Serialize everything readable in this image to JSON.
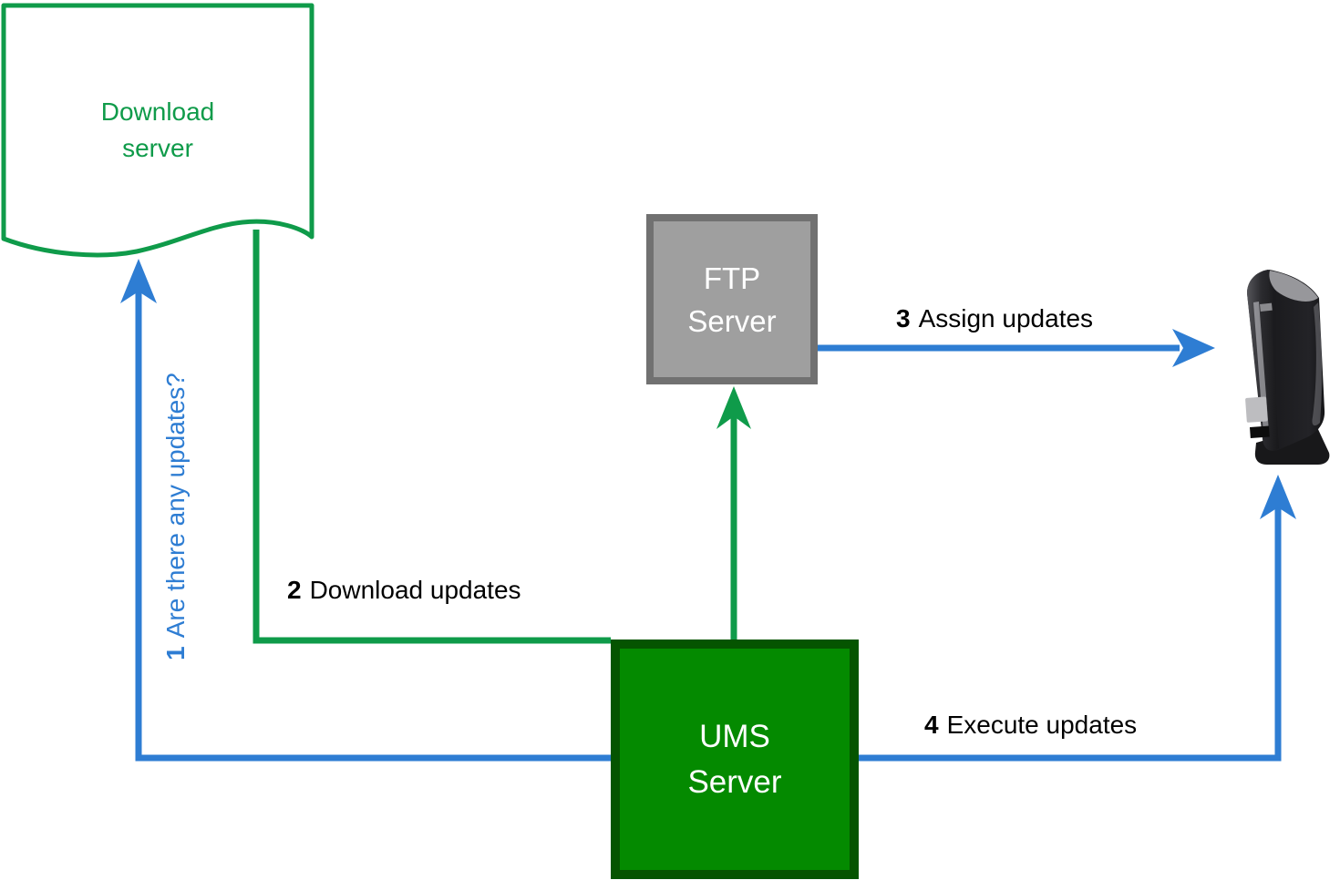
{
  "colors": {
    "green": "#0f9b4a",
    "green_fill": "#048a00",
    "green_border": "#055400",
    "blue": "#2e7dd3",
    "gray_fill": "#9f9f9f",
    "gray_border": "#717171",
    "label_text": "#000000",
    "box_text": "#ffffff"
  },
  "nodes": {
    "download_server": {
      "label": "Download\nserver"
    },
    "ftp_server": {
      "label": "FTP\nServer"
    },
    "ums_server": {
      "label": "UMS\nServer"
    }
  },
  "steps": [
    {
      "num": "1",
      "text": "Are there any updates?"
    },
    {
      "num": "2",
      "text": "Download updates"
    },
    {
      "num": "3",
      "text": "Assign updates"
    },
    {
      "num": "4",
      "text": "Execute updates"
    }
  ],
  "edges": [
    {
      "step": "1",
      "from": "UMS Server",
      "to": "Download server",
      "color": "blue"
    },
    {
      "step": "2",
      "from": "Download server",
      "to": "UMS Server",
      "color": "green"
    },
    {
      "step": "",
      "from": "UMS Server",
      "to": "FTP Server",
      "color": "green"
    },
    {
      "step": "3",
      "from": "FTP Server",
      "to": "Thin client",
      "color": "blue"
    },
    {
      "step": "4",
      "from": "UMS Server",
      "to": "Thin client",
      "color": "blue"
    }
  ],
  "icons": {
    "thin_client": "thin-client-device"
  }
}
